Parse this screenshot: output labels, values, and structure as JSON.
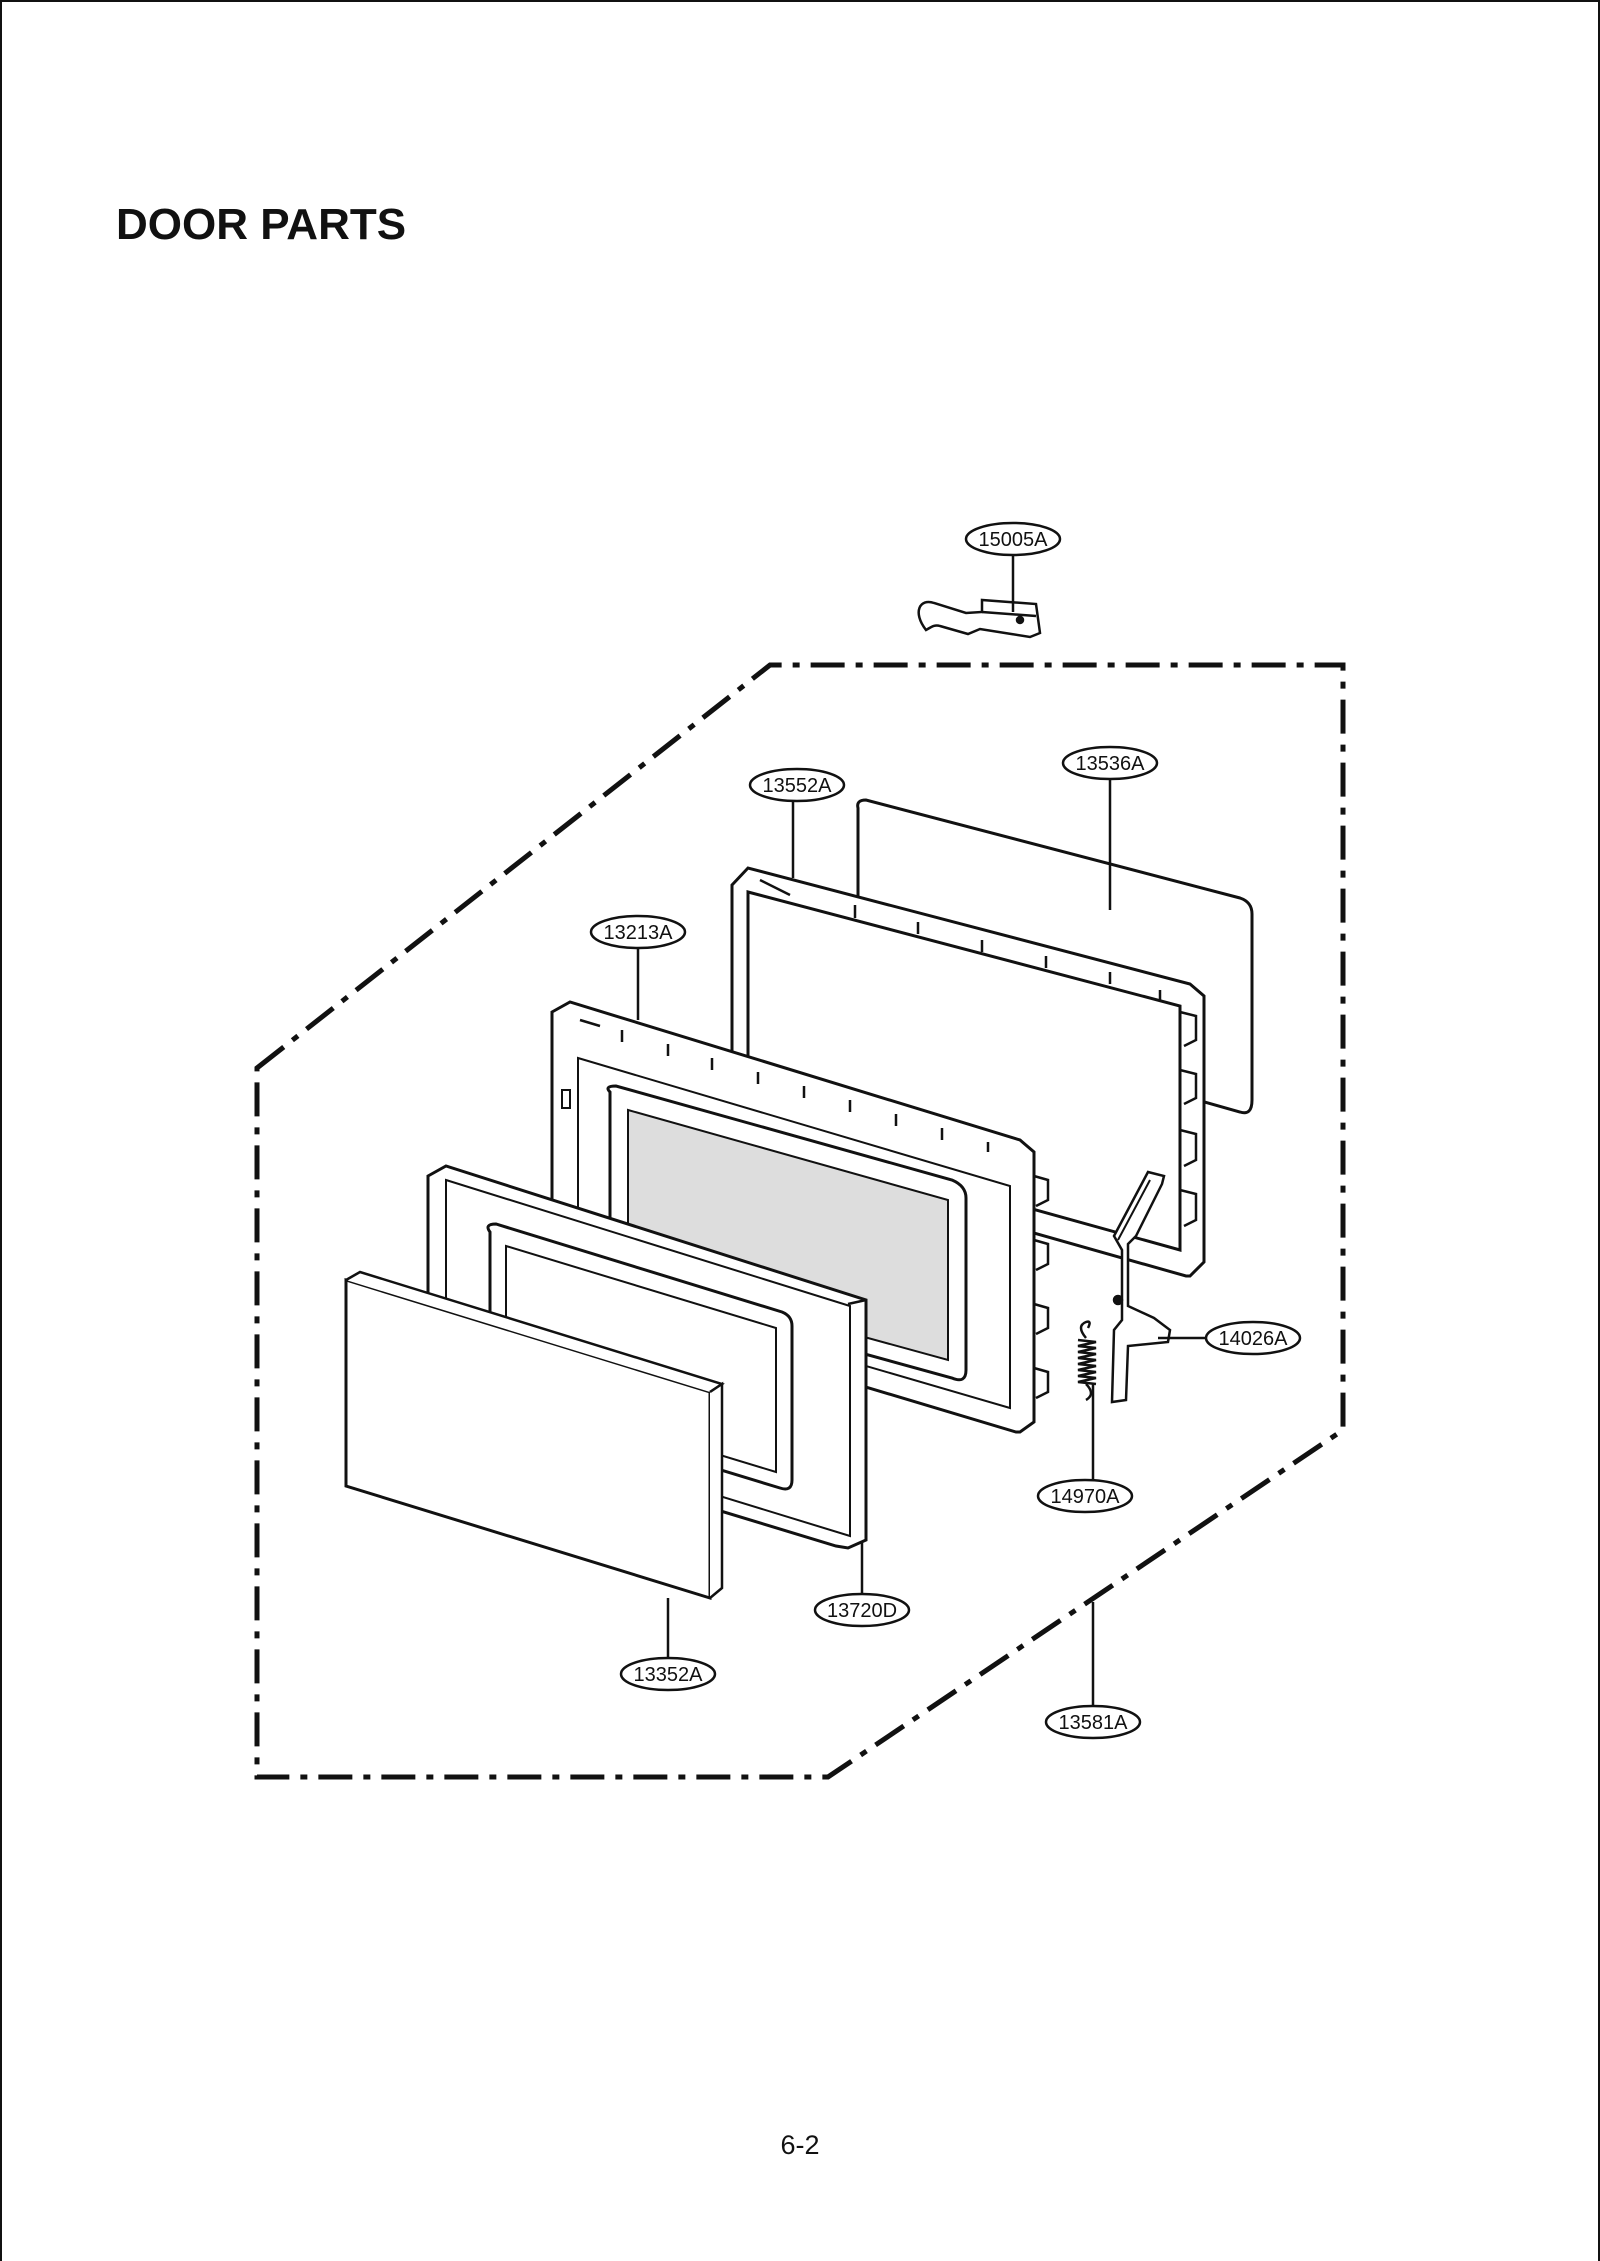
{
  "title": "DOOR PARTS",
  "page_number": "6-2",
  "parts": {
    "door_latch_lever": "15005A",
    "door_frame": "13552A",
    "door_screen": "13536A",
    "door_inner_panel": "13213A",
    "door_choke_cover": "13720D",
    "door_glass": "13352A",
    "latch_key": "14026A",
    "latch_spring": "14970A",
    "door_assembly": "13581A"
  }
}
